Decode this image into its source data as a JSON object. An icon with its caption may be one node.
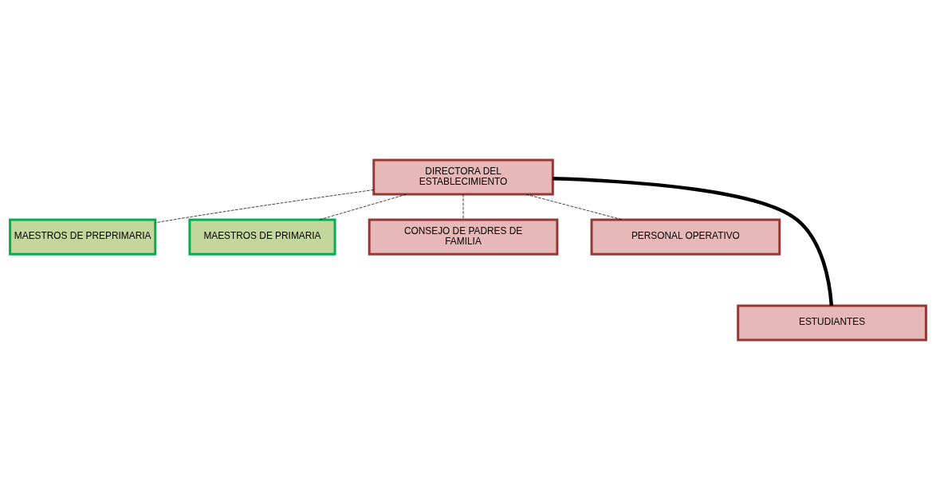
{
  "diagram": {
    "nodes": [
      {
        "text": [
          "DIRECTORA DEL ESTABLECIMIENTO"
        ]
      },
      {
        "text": [
          "MAESTROS DE PREPRIMARIA"
        ]
      },
      {
        "text": [
          "MAESTROS DE PRIMARIA"
        ]
      },
      {
        "text": [
          "CONSEJO DE PADRES DE FAMILIA"
        ]
      },
      {
        "text": [
          "PERSONAL OPERATIVO"
        ]
      },
      {
        "text": [
          "ESTUDIANTES"
        ]
      }
    ],
    "edges": [
      {
        "from": 0,
        "to": 1,
        "arrow": "none",
        "style": "dashed"
      },
      {
        "from": 0,
        "to": 2,
        "arrow": "none",
        "style": "dashed"
      },
      {
        "from": 0,
        "to": 3,
        "arrow": "none",
        "style": "dashed"
      },
      {
        "from": 0,
        "to": 4,
        "arrow": "none",
        "style": "dashed"
      },
      {
        "from": 0,
        "to": 5,
        "arrow": "none",
        "style": "thick"
      }
    ]
  }
}
